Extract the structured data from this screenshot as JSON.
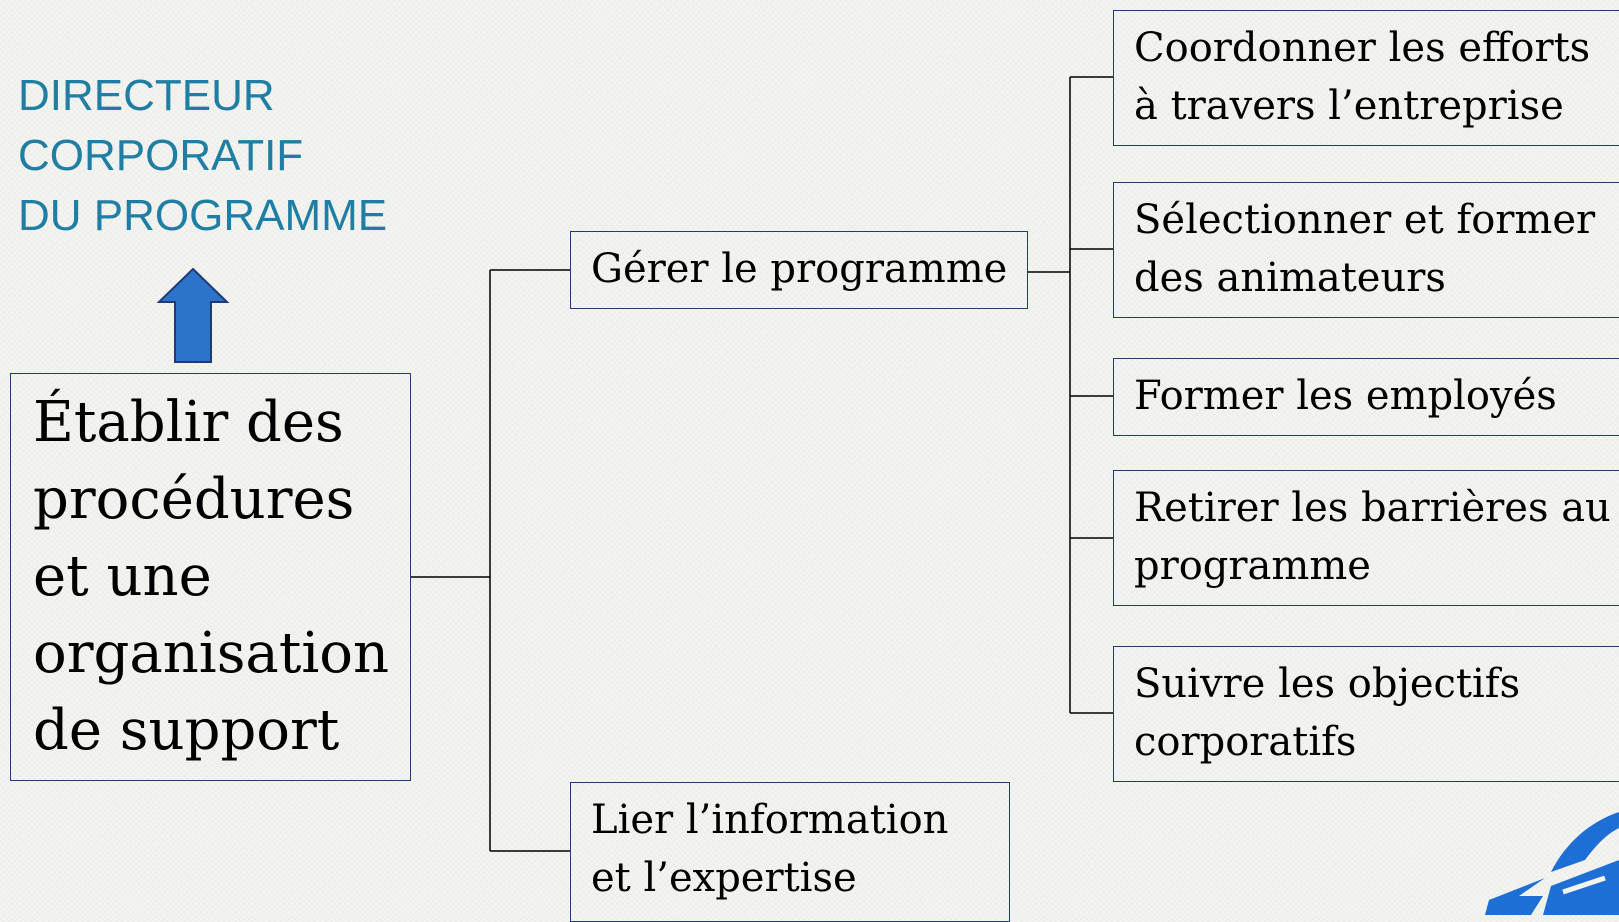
{
  "title": {
    "lines": [
      "DIRECTEUR",
      "CORPORATIF",
      "DU PROGRAMME"
    ]
  },
  "root": {
    "lines": [
      "Établir des",
      "procédures",
      "et une",
      "organisation",
      "de support"
    ]
  },
  "level1": [
    {
      "lines": [
        "Gérer le programme"
      ]
    },
    {
      "lines": [
        "Lier l’information",
        "et l’expertise"
      ]
    }
  ],
  "level2": [
    {
      "lines": [
        "Coordonner les efforts",
        "à travers l’entreprise"
      ]
    },
    {
      "lines": [
        "Sélectionner et former",
        "des animateurs"
      ]
    },
    {
      "lines": [
        "Former les employés"
      ]
    },
    {
      "lines": [
        "Retirer les barrières au",
        "programme"
      ]
    },
    {
      "lines": [
        "Suivre les objectifs",
        "corporatifs"
      ]
    }
  ],
  "colors": {
    "title": "#1f7ea3",
    "box_border": "#1e3a78",
    "arrow": "#2b74c9",
    "logo": "#1d6fd6"
  },
  "icons": {
    "arrow": "arrow-up-icon",
    "logo": "corner-logo"
  }
}
